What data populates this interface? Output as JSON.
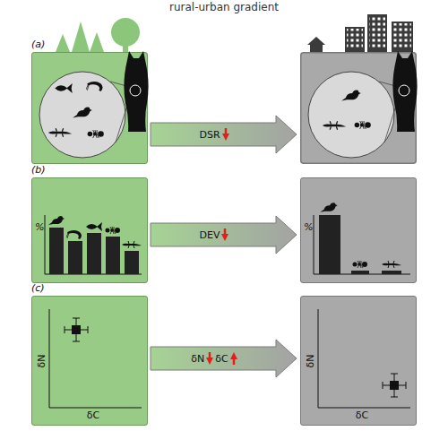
{
  "diagram": {
    "title": "rural-urban gradient",
    "nodes": [
      {
        "text": [
          "(a)"
        ]
      },
      {
        "text": [
          "DSR"
        ]
      },
      {
        "text": [
          "(b)",
          "%"
        ]
      },
      {
        "text": [
          "DEV"
        ]
      },
      {
        "text": [
          "%"
        ]
      },
      {
        "text": [
          "(c)",
          "δN",
          "δC"
        ]
      },
      {
        "text": [
          "δN",
          "δC"
        ]
      },
      {
        "text": [
          "δN",
          "δC"
        ]
      }
    ]
  }
}
